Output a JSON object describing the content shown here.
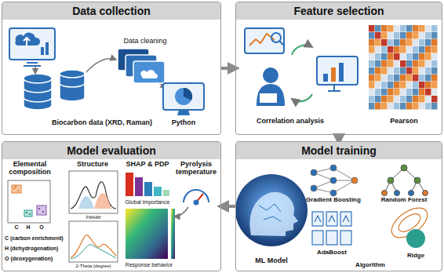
{
  "diagram": {
    "nodes": [
      {
        "text": [
          "Data collection"
        ]
      },
      {
        "text": [
          "Feature selection"
        ]
      },
      {
        "text": [
          "Model training"
        ]
      },
      {
        "text": [
          "Model evaluation"
        ]
      }
    ],
    "edges": [
      {
        "from": 0,
        "to": 1,
        "arrow": "to"
      },
      {
        "from": 1,
        "to": 2,
        "arrow": "to"
      },
      {
        "from": 2,
        "to": 3,
        "arrow": "to"
      }
    ],
    "labels": [
      "Data cleaning",
      "Biocarbon data (XRD, Raman)",
      "Python",
      "Correlation analysis",
      "Pearson",
      "ML Model",
      "Gradient Boosting",
      "Random Forest",
      "AdaBoost",
      "Algorithm",
      "Ridge",
      "Elemental composition",
      "Structure",
      "SHAP & PDP",
      "Pyrolysis temperature",
      "Global importance",
      "Response behavior",
      "C (carbon enrichment)",
      "H (dehydrogenation)",
      "O (deoxygenation)",
      "C",
      "H",
      "O",
      "FWHM",
      "2-Theta (degree)"
    ]
  }
}
